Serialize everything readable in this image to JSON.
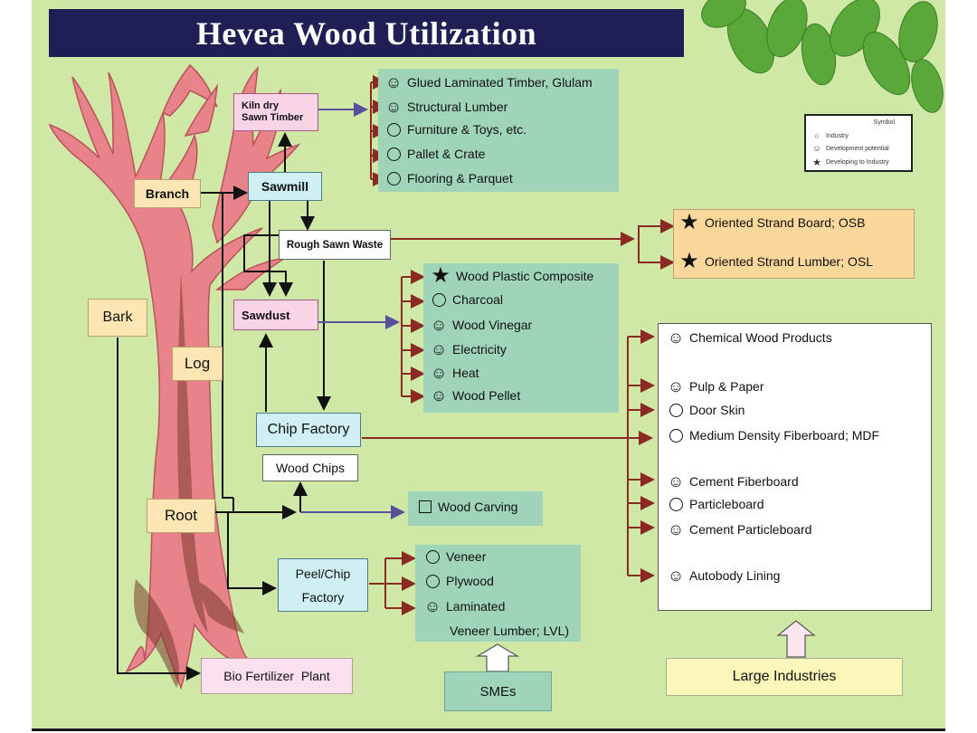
{
  "title": "Hevea Wood Utilization",
  "tree": {
    "branch": "Branch",
    "bark": "Bark",
    "log": "Log",
    "root": "Root"
  },
  "process": {
    "kiln_line1": "Kiln dry",
    "kiln_line2": "Sawn Timber",
    "sawmill": "Sawmill",
    "rough_sawn_waste": "Rough Sawn Waste",
    "sawdust": "Sawdust",
    "chip_factory": "Chip Factory",
    "wood_chips": "Wood Chips",
    "peel_line1": "Peel/Chip",
    "peel_line2": "Factory",
    "bio_fertilizer": "Bio Fertilizer  Plant"
  },
  "timber_products": [
    {
      "symbol": "smile",
      "label": "Glued Laminated Timber, Glulam"
    },
    {
      "symbol": "smile",
      "label": "Structural Lumber"
    },
    {
      "symbol": "circle",
      "label": "Furniture & Toys, etc."
    },
    {
      "symbol": "circle",
      "label": "Pallet & Crate"
    },
    {
      "symbol": "circle",
      "label": "Flooring & Parquet"
    }
  ],
  "osb_products": [
    {
      "symbol": "star",
      "label": "Oriented Strand Board; OSB"
    },
    {
      "symbol": "star",
      "label": "Oriented Strand Lumber; OSL"
    }
  ],
  "sawdust_products": [
    {
      "symbol": "star",
      "label": "Wood Plastic Composite"
    },
    {
      "symbol": "circle",
      "label": "Charcoal"
    },
    {
      "symbol": "smile",
      "label": "Wood Vinegar"
    },
    {
      "symbol": "smile",
      "label": "Electricity"
    },
    {
      "symbol": "smile",
      "label": "Heat"
    },
    {
      "symbol": "smile",
      "label": "Wood Pellet"
    }
  ],
  "chemical_products": [
    {
      "symbol": "smile",
      "label": "Chemical Wood Products"
    },
    {
      "symbol": "smile",
      "label": "Pulp & Paper"
    },
    {
      "symbol": "circle",
      "label": "Door Skin"
    },
    {
      "symbol": "circle",
      "label": "Medium Density Fiberboard; MDF"
    },
    {
      "symbol": "smile",
      "label": "Cement Fiberboard"
    },
    {
      "symbol": "circle",
      "label": "Particleboard"
    },
    {
      "symbol": "smile",
      "label": "Cement Particleboard"
    },
    {
      "symbol": "smile",
      "label": "Autobody Lining"
    }
  ],
  "carving": {
    "symbol": "square",
    "label": "Wood Carving"
  },
  "veneer_products": [
    {
      "symbol": "circle",
      "label": "Veneer"
    },
    {
      "symbol": "circle",
      "label": "Plywood"
    },
    {
      "symbol": "smile",
      "label": "Laminated"
    },
    {
      "symbol": "none",
      "label": "Veneer Lumber; LVL)"
    }
  ],
  "smes": "SMEs",
  "large_industries": "Large Industries",
  "legend": {
    "title": "Symbol",
    "items": [
      {
        "symbol": "circle",
        "label": "Industry"
      },
      {
        "symbol": "smile",
        "label": "Development potential"
      },
      {
        "symbol": "star",
        "label": "Developing to Industry"
      }
    ]
  },
  "colors": {
    "background": "#cfe8a6",
    "title_bar": "#1d1f55",
    "tree": "#e87f86",
    "flow_dark": "#111111",
    "flow_red": "#8a2a22",
    "flow_purple": "#5a4f9a"
  }
}
